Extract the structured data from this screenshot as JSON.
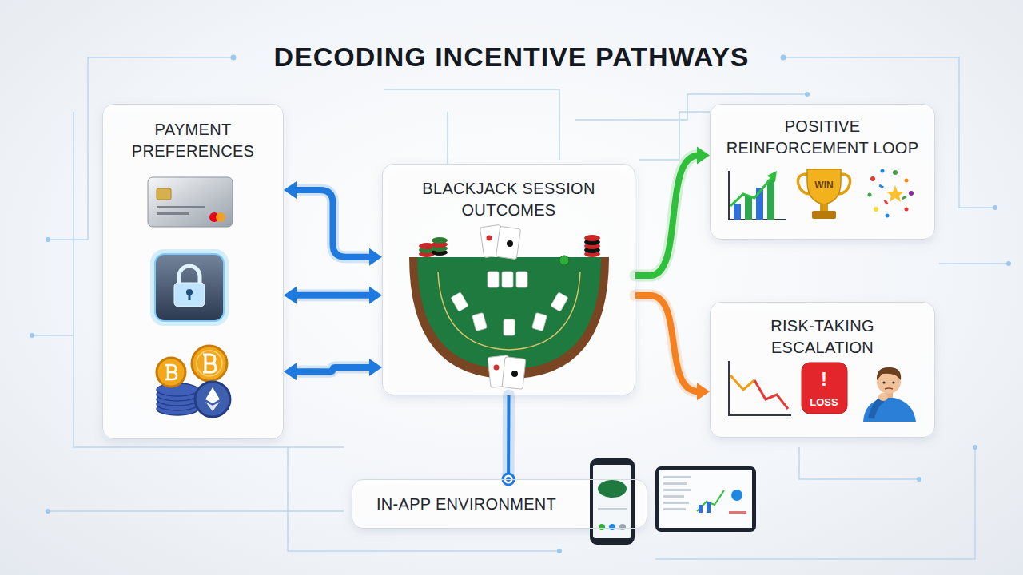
{
  "diagram": {
    "title": "DECODING INCENTIVE PATHWAYS",
    "nodes": [
      {
        "text": [
          "PAYMENT PREFERENCES"
        ]
      },
      {
        "text": [
          "BLACKJACK SESSION OUTCOMES"
        ]
      },
      {
        "text": [
          "POSITIVE REINFORCEMENT LOOP"
        ]
      },
      {
        "text": [
          "RISK-TAKING ESCALATION"
        ]
      },
      {
        "text": [
          "IN-APP ENVIRONMENT"
        ]
      }
    ],
    "edges": [
      {
        "from": 0,
        "to": 1,
        "arrow": "both"
      },
      {
        "from": 0,
        "to": 1,
        "arrow": "both"
      },
      {
        "from": 0,
        "to": 1,
        "arrow": "both"
      },
      {
        "from": 1,
        "to": 2,
        "arrow": "to"
      },
      {
        "from": 1,
        "to": 3,
        "arrow": "to"
      },
      {
        "from": 1,
        "to": 4,
        "arrow": "none"
      }
    ],
    "labels": [
      "WIN",
      "!",
      "LOSS"
    ]
  }
}
